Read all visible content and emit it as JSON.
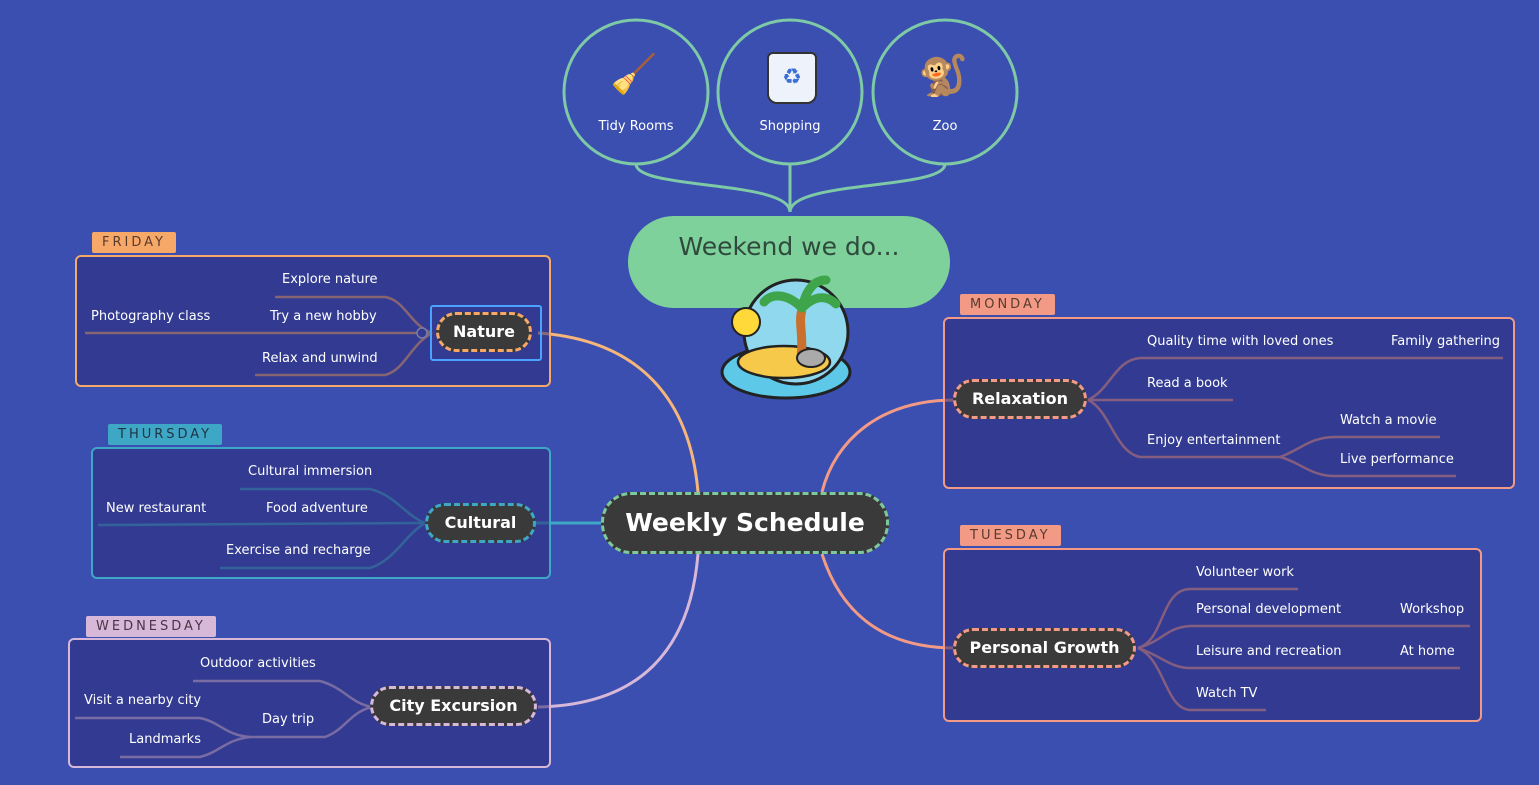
{
  "central": {
    "title": "Weekly Schedule"
  },
  "weekend": {
    "title": "Weekend we do...",
    "items": [
      {
        "label": "Tidy Rooms",
        "icon": "broom-icon"
      },
      {
        "label": "Shopping",
        "icon": "recycle-bag-icon"
      },
      {
        "label": "Zoo",
        "icon": "monkey-icon"
      }
    ],
    "illustration": "island-icon"
  },
  "days": {
    "friday": {
      "tag": "FRIDAY",
      "color": "#f6a868",
      "topic": "Nature",
      "leaves": [
        "Explore nature",
        "Photography class",
        "Try a new hobby",
        "Relax and unwind"
      ]
    },
    "thursday": {
      "tag": "THURSDAY",
      "color": "#3fa7c6",
      "topic": "Cultural",
      "leaves": [
        "Cultural immersion",
        "New restaurant",
        "Food adventure",
        "Exercise and recharge"
      ]
    },
    "wednesday": {
      "tag": "WEDNESDAY",
      "color": "#d8b8d8",
      "topic": "City Excursion",
      "leaves": [
        "Outdoor activities",
        "Visit a nearby city",
        "Day trip",
        "Landmarks"
      ]
    },
    "monday": {
      "tag": "MONDAY",
      "color": "#f29a86",
      "topic": "Relaxation",
      "leaves": [
        "Quality time with loved ones",
        "Family gathering",
        "Read a book",
        "Enjoy entertainment",
        "Watch a movie",
        "Live performance"
      ]
    },
    "tuesday": {
      "tag": "TUESDAY",
      "color": "#f29a86",
      "topic": "Personal Growth",
      "leaves": [
        "Volunteer work",
        "Personal development",
        "Workshop",
        "Leisure and recreation",
        "At home",
        "Watch TV"
      ]
    }
  }
}
